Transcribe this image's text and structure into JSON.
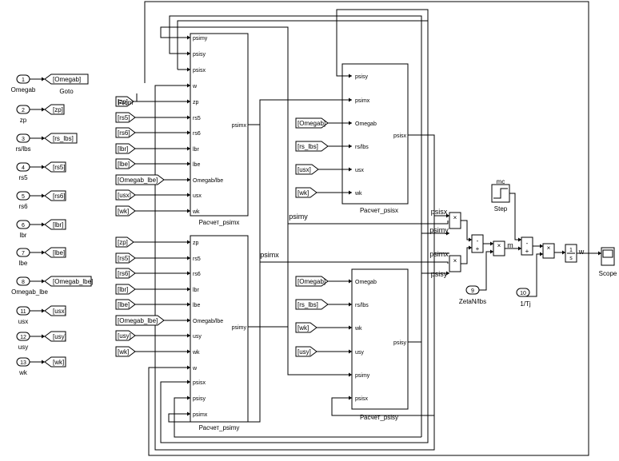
{
  "colors": {
    "line": "#000000",
    "background": "#ffffff"
  },
  "inports": [
    {
      "num": "1",
      "name": "Omegab"
    },
    {
      "num": "2",
      "name": "zp"
    },
    {
      "num": "3",
      "name": "rs/lbs"
    },
    {
      "num": "4",
      "name": "rs5"
    },
    {
      "num": "5",
      "name": "rs6"
    },
    {
      "num": "6",
      "name": "lbr"
    },
    {
      "num": "7",
      "name": "lbe"
    },
    {
      "num": "8",
      "name": "Omegab_lbe"
    },
    {
      "num": "11",
      "name": "usx"
    },
    {
      "num": "12",
      "name": "usy"
    },
    {
      "num": "13",
      "name": "wk"
    }
  ],
  "gotos": [
    "[Omegab]",
    "[zp]",
    "[rs_lbs]",
    "[rs5]",
    "[rs6]",
    "[lbr]",
    "[lbe]",
    "[Omegab_lbe]",
    "[usx]",
    "[usy]",
    "[wk]"
  ],
  "goto_label": "Goto",
  "from_label": "From",
  "blocks": {
    "psimx": {
      "name": "Расчет_psimx",
      "inputs": [
        "psimy",
        "psisy",
        "psisx",
        "w",
        "zp",
        "rs5",
        "rs6",
        "lbr",
        "lbe",
        "Omegab/lbe",
        "usx",
        "wk"
      ],
      "output": "psimx",
      "froms": [
        "[zp]",
        "[rs5]",
        "[rs6]",
        "[lbr]",
        "[lbe]",
        "[Omegab_lbe]",
        "[usx]",
        "[wk]"
      ]
    },
    "psimy": {
      "name": "Расчет_psimy",
      "inputs": [
        "zp",
        "rs5",
        "rs6",
        "lbr",
        "lbe",
        "Omegab/lbe",
        "usy",
        "wk",
        "w",
        "psisx",
        "psisy",
        "psimx"
      ],
      "output": "psimy",
      "froms": [
        "[zp]",
        "[rs5]",
        "[rs6]",
        "[lbr]",
        "[lbe]",
        "[Omegab_lbe]",
        "[usy]",
        "[wk]"
      ]
    },
    "psisx": {
      "name": "Расчет_psisx",
      "inputs": [
        "psisy",
        "psimx",
        "Omegab",
        "rs/lbs",
        "usx",
        "wk"
      ],
      "output": "psisx",
      "froms": [
        "[Omegab]",
        "[rs_lbs]",
        "[usx]",
        "[wk]"
      ]
    },
    "psisy": {
      "name": "Расчет_psisy",
      "inputs": [
        "Omegab",
        "rs/lbs",
        "wk",
        "usy",
        "psimy",
        "psisx"
      ],
      "output": "psisy",
      "froms": [
        "[Omegab]",
        "[rs_lbs]",
        "[wk]",
        "[usy]"
      ]
    }
  },
  "signals": {
    "psimy": "psimy",
    "psimx": "psimx",
    "psisx": "psisx",
    "psisy": "psisy",
    "m": "m",
    "w": "w"
  },
  "right": {
    "mult": "×",
    "minus_sign": "-",
    "plus_sign": "+",
    "step_value": "mc",
    "step_label": "Step",
    "zeta_num": "9",
    "zeta_label": "ZetaN/lbs",
    "tj_num": "10",
    "tj_label": "1/Tj",
    "integrator_num": "1",
    "integrator_den": "s",
    "scope_label": "Scope"
  }
}
